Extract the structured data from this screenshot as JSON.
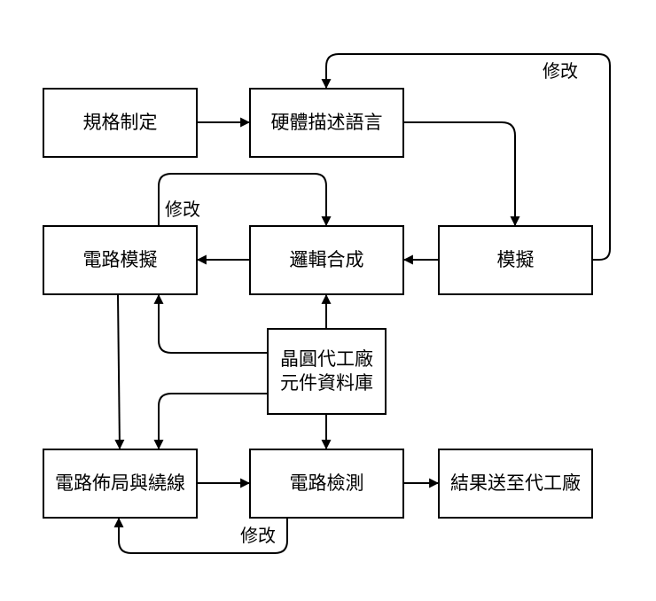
{
  "nodes": [
    {
      "id": "spec",
      "label": "規格制定"
    },
    {
      "id": "hdl",
      "label": "硬體描述語言"
    },
    {
      "id": "sim",
      "label": "模擬"
    },
    {
      "id": "synth",
      "label": "邏輯合成"
    },
    {
      "id": "circsim",
      "label": "電路模擬"
    },
    {
      "id": "lib",
      "label": "晶圓代工廠\n元件資料庫"
    },
    {
      "id": "pnr",
      "label": "電路佈局與繞線"
    },
    {
      "id": "verify",
      "label": "電路檢測"
    },
    {
      "id": "tapeout",
      "label": "結果送至代工廠"
    }
  ],
  "edges": [
    {
      "id": "spec-hdl",
      "from": "spec",
      "to": "hdl"
    },
    {
      "id": "hdl-sim",
      "from": "hdl",
      "to": "sim"
    },
    {
      "id": "sim-hdl",
      "from": "sim",
      "to": "hdl",
      "label": "修改"
    },
    {
      "id": "sim-synth",
      "from": "sim",
      "to": "synth"
    },
    {
      "id": "synth-circsim",
      "from": "synth",
      "to": "circsim"
    },
    {
      "id": "circsim-synth",
      "from": "circsim",
      "to": "synth",
      "label": "修改"
    },
    {
      "id": "lib-synth",
      "from": "lib",
      "to": "synth"
    },
    {
      "id": "lib-circsim",
      "from": "lib",
      "to": "circsim"
    },
    {
      "id": "lib-pnr",
      "from": "lib",
      "to": "pnr"
    },
    {
      "id": "lib-verify",
      "from": "lib",
      "to": "verify"
    },
    {
      "id": "circsim-pnr",
      "from": "circsim",
      "to": "pnr"
    },
    {
      "id": "pnr-verify",
      "from": "pnr",
      "to": "verify"
    },
    {
      "id": "verify-pnr",
      "from": "verify",
      "to": "pnr",
      "label": "修改"
    },
    {
      "id": "verify-tapeout",
      "from": "verify",
      "to": "tapeout"
    }
  ]
}
